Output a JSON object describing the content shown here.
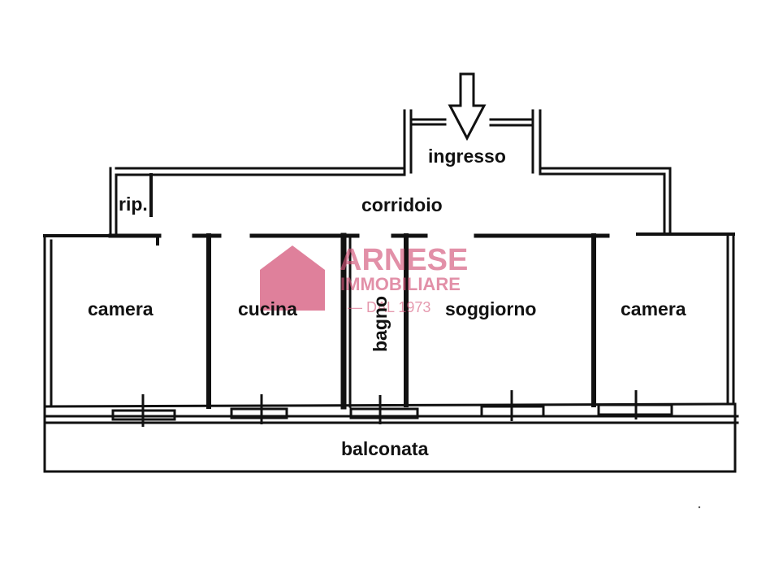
{
  "rooms": {
    "ingresso": "ingresso",
    "corridoio": "corridoio",
    "ripostiglio": "rip.",
    "camera_left": "camera",
    "cucina": "cucina",
    "bagno": "bagno",
    "soggiorno": "soggiorno",
    "camera_right": "camera",
    "balconata": "balconata"
  },
  "watermark": {
    "name": "ARNESE",
    "subtitle": "IMMOBILIARE",
    "tagline": "— DAL 1973",
    "color": "#d4567a"
  },
  "entrance_arrow": "down-arrow-icon"
}
